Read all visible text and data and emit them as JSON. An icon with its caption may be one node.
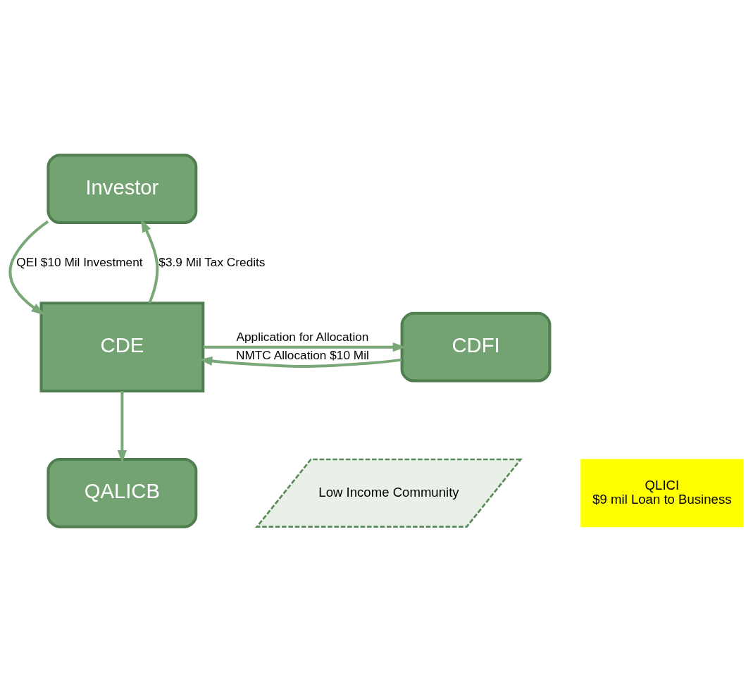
{
  "diagram": {
    "nodes": [
      {
        "text": [
          "Investor"
        ]
      },
      {
        "text": [
          "CDE"
        ]
      },
      {
        "text": [
          "CDFI"
        ]
      },
      {
        "text": [
          "QALICB"
        ]
      },
      {
        "text": [
          "Low Income Community"
        ]
      },
      {
        "text": [
          "QLICI",
          "$9 mil Loan to Business"
        ]
      }
    ],
    "edges": [
      {
        "from": 0,
        "to": 1,
        "arrow": "to",
        "label": "QEI $10 Mil Investment"
      },
      {
        "from": 1,
        "to": 0,
        "arrow": "to",
        "label": "$3.9 Mil Tax Credits"
      },
      {
        "from": 1,
        "to": 2,
        "arrow": "to",
        "label": "Application for Allocation"
      },
      {
        "from": 2,
        "to": 1,
        "arrow": "to",
        "label": "NMTC Allocation $10 Mil"
      },
      {
        "from": 1,
        "to": 3,
        "arrow": "to"
      }
    ]
  }
}
